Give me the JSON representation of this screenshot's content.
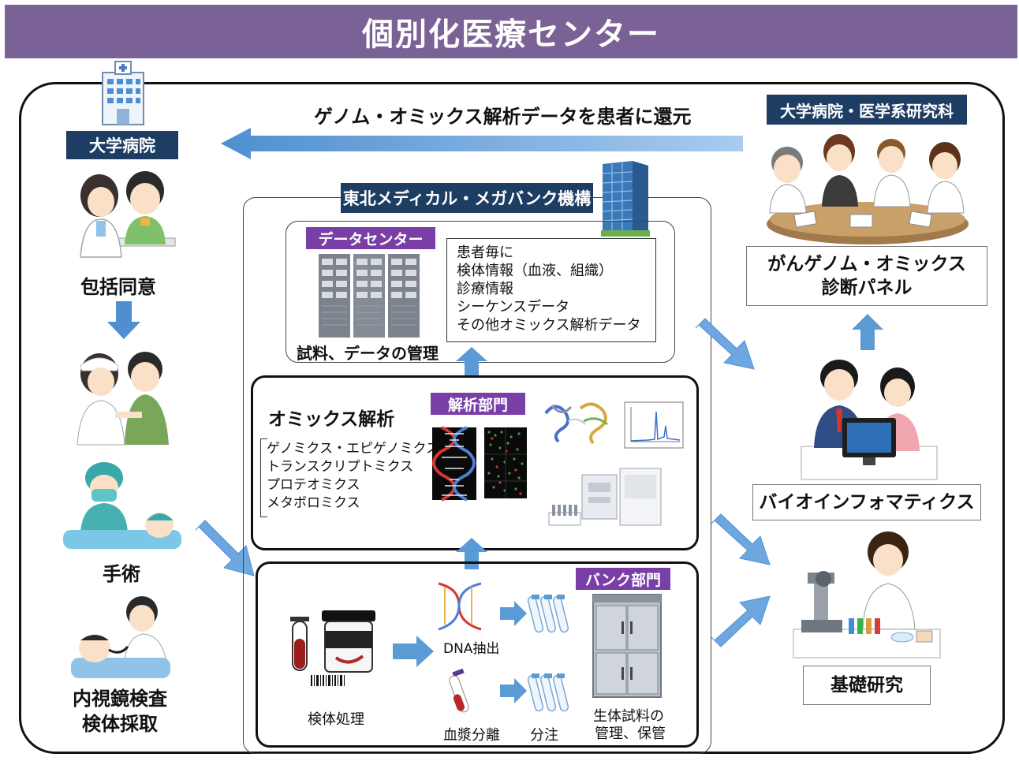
{
  "title": "個別化医療センター",
  "return_arrow_label": "ゲノム・オミックス解析データを患者に還元",
  "left": {
    "header": "大学病院",
    "consent": "包括同意",
    "surgery": "手術",
    "endoscopy_line1": "内視鏡検査",
    "endoscopy_line2": "検体採取"
  },
  "center": {
    "header": "東北メディカル・メガバンク機構",
    "data_center": {
      "header": "データセンター",
      "caption": "試料、データの管理",
      "items": [
        "患者毎に",
        "検体情報（血液、組織）",
        "診療情報",
        "シーケンスデータ",
        "その他オミックス解析データ"
      ]
    },
    "analysis": {
      "header": "解析部門",
      "title": "オミックス解析",
      "items": [
        "ゲノミクス・エピゲノミクス",
        "トランスクリプトミクス",
        "プロテオミクス",
        "メタボロミクス"
      ]
    },
    "bank": {
      "header": "バンク部門",
      "specimen_processing": "検体処理",
      "dna_extraction": "DNA抽出",
      "plasma_separation": "血漿分離",
      "aliquot": "分注",
      "storage_line1": "生体試料の",
      "storage_line2": "管理、保管"
    }
  },
  "right": {
    "header": "大学病院・医学系研究科",
    "panel_line1": "がんゲノム・オミックス",
    "panel_line2": "診断パネル",
    "bioinformatics": "バイオインフォマティクス",
    "basic_research": "基礎研究"
  },
  "colors": {
    "title_bg": "#7a6196",
    "navy": "#1d3d63",
    "purple": "#7a3fa6",
    "arrow_blue": "#5b9bd5"
  }
}
